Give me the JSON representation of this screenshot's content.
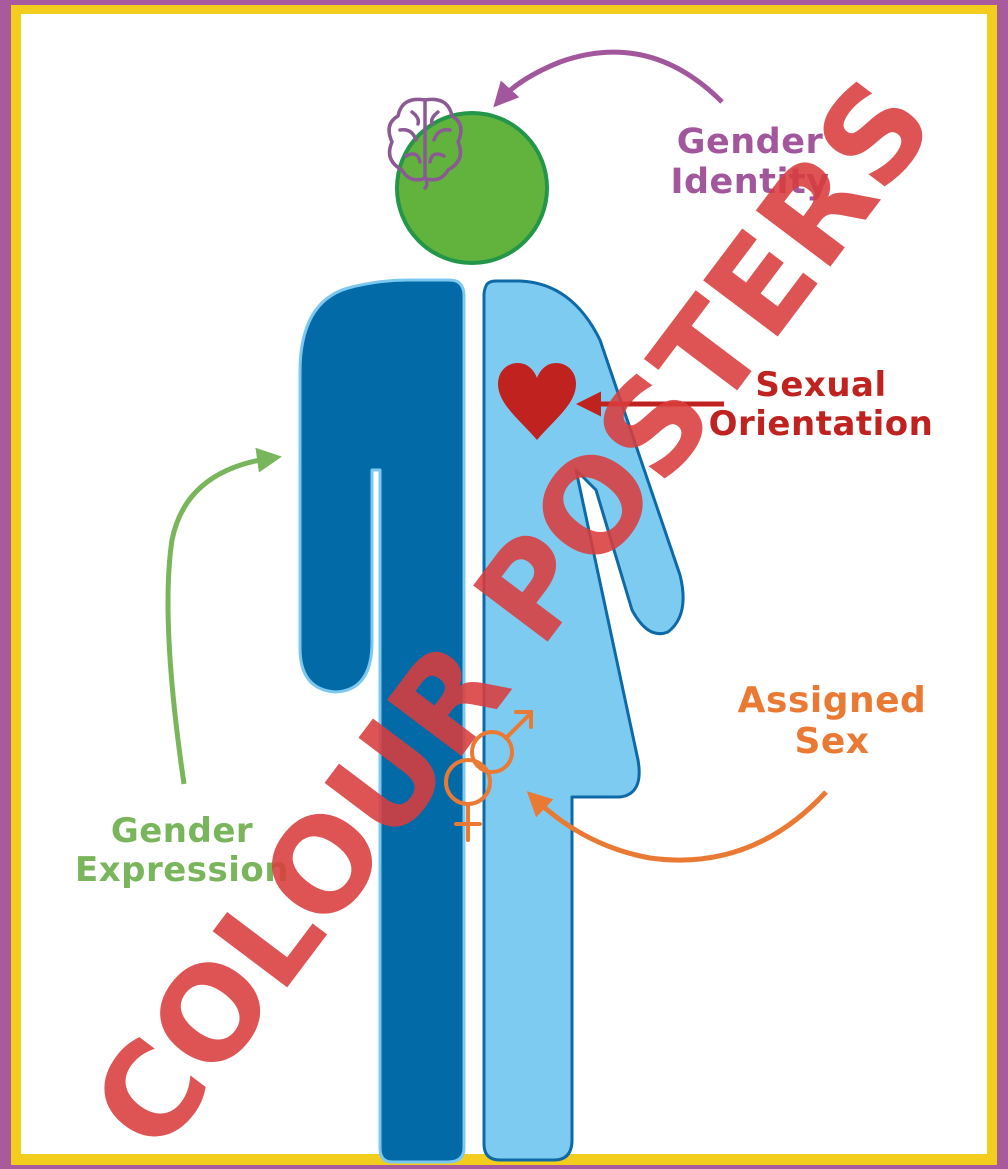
{
  "colors": {
    "background": "#a85a9c",
    "frame": "#f3cd1d",
    "panel": "#ffffff",
    "male_body": "#036aa8",
    "male_outline": "#7cc8ef",
    "female_body": "#7ecbf1",
    "female_outline": "#0e6aa6",
    "head": "#61b33e",
    "head_outline": "#24964a",
    "brain": "#8b5a94",
    "heart": "#c0221f",
    "identity": "#a2569c",
    "orientation": "#c0221f",
    "sex": "#ea7a33",
    "expression": "#79b55a",
    "watermark": "#d93c3c"
  },
  "icons": {
    "brain": "brain-icon",
    "heart": "heart-icon",
    "female": "female-symbol-icon",
    "male": "male-symbol-icon"
  },
  "labels": {
    "gender_identity": "Gender\nIdentity",
    "sexual_orientation": "Sexual\nOrientation",
    "assigned_sex": "Assigned\nSex",
    "gender_expression": "Gender\nExpression"
  },
  "watermark": {
    "text": "COLOUR POSTERS"
  }
}
